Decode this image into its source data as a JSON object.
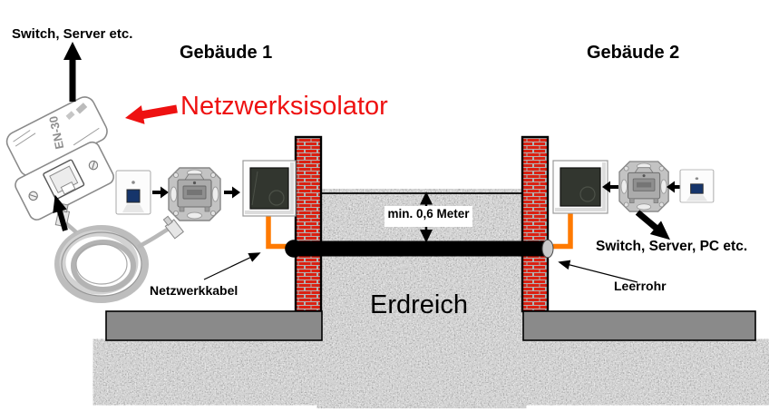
{
  "labels": {
    "switch_server_top": "Switch, Server etc.",
    "building_1": "Gebäude 1",
    "building_2": "Gebäude 2",
    "isolator": "Netzwerksisolator",
    "min_depth": "min. 0,6 Meter",
    "ground": "Erdreich",
    "network_cable": "Netzwerkkabel",
    "conduit": "Leerrohr",
    "switch_server_right": "Switch, Server, PC etc.",
    "device_model": "EN-30"
  },
  "colors": {
    "brick_red": "#DB2112",
    "mortar_gray": "#B2B2B2",
    "cable_orange": "#FF7A00",
    "accent_red": "#EE1111",
    "foundation_gray": "#8A8A8A",
    "socket_blue": "#16356B",
    "pipe_black": "#000000"
  },
  "icons": [
    "network-isolator-device",
    "network-cable-coil",
    "rj45-wall-plate",
    "flush-mount-socket-insert",
    "surface-wall-box",
    "conduit-pipe",
    "brick-wall",
    "earth-ground"
  ]
}
